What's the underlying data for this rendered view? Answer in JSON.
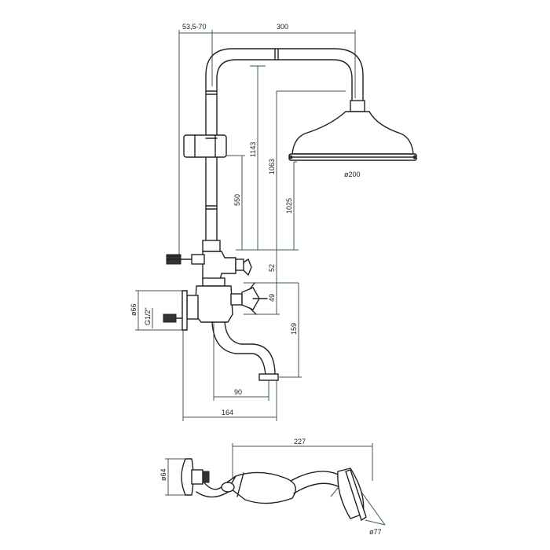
{
  "dimensions": {
    "offset_range": "53,5-70",
    "arm_length": "300",
    "overall_height": "1143",
    "head_height": "1063",
    "mixer_to_head": "1025",
    "rail_slider_height": "550",
    "upper_offset": "52",
    "valve_offset": "49",
    "spout_height": "159",
    "inlet_diameter": "ø66",
    "inlet_thread": "G1/2\"",
    "spout_reach": "90",
    "mixer_depth": "164",
    "head_diameter": "ø200",
    "handshower_length": "227",
    "holder_diameter": "ø64",
    "handshower_head_diameter": "ø77"
  }
}
